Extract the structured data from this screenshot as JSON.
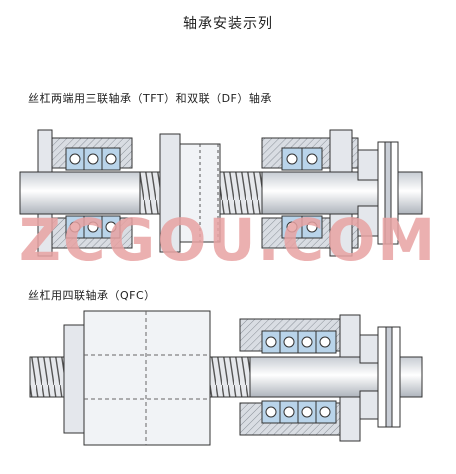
{
  "title": "轴承安装示列",
  "sections": [
    {
      "label": "丝杠两端用三联轴承（TFT）和双联（DF）轴承"
    },
    {
      "label": "丝杠用四联轴承（QFC）"
    }
  ],
  "watermark": "ZCGOU.COM"
}
